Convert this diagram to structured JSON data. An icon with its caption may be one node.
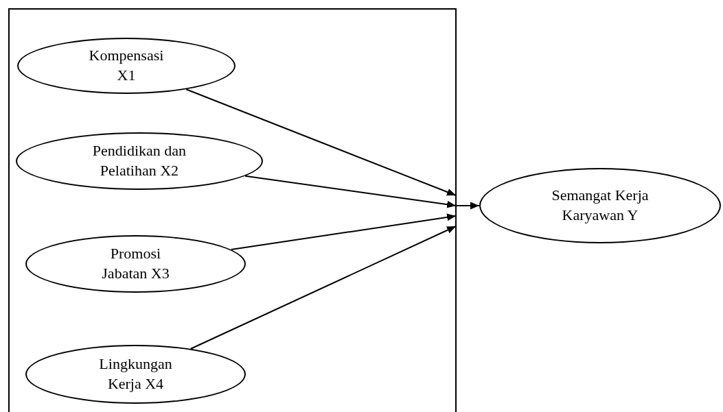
{
  "diagram": {
    "nodes": [
      {
        "text": [],
        "shape": "box"
      },
      {
        "text": [
          "Kompensasi X1"
        ],
        "in": 0
      },
      {
        "text": [
          "Pendidikan dan Pelatihan X2"
        ],
        "in": 0
      },
      {
        "text": [
          "Promosi Jabatan X3"
        ],
        "in": 0
      },
      {
        "text": [
          "Lingkungan Kerja X4"
        ],
        "in": 0
      },
      {
        "text": [
          "Semangat Kerja Karyawan Y"
        ]
      }
    ],
    "edges": [
      {
        "from": 1,
        "to": 0,
        "arrow": "to"
      },
      {
        "from": 2,
        "to": 0,
        "arrow": "to"
      },
      {
        "from": 3,
        "to": 0,
        "arrow": "to"
      },
      {
        "from": 4,
        "to": 0,
        "arrow": "to"
      },
      {
        "from": 0,
        "to": 5,
        "arrow": "to"
      }
    ]
  }
}
